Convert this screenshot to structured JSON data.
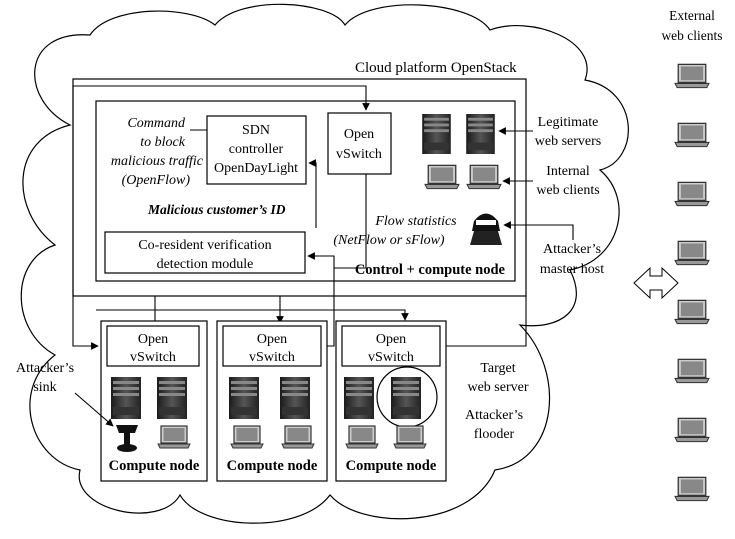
{
  "cloud": {
    "title": "Cloud platform OpenStack"
  },
  "external": {
    "title_line1": "External",
    "title_line2": "web clients",
    "laptop_count": 8
  },
  "control_node": {
    "label": "Control + compute node",
    "sdn": {
      "line1": "SDN",
      "line2": "controller",
      "line3": "OpenDayLight"
    },
    "ovs": {
      "line1": "Open",
      "line2": "vSwitch"
    },
    "crv": {
      "line1": "Co-resident verification",
      "line2": "detection module"
    },
    "command_label": {
      "line1": "Command",
      "line2": "to block",
      "line3": "malicious traffic",
      "line4": "(OpenFlow)"
    },
    "malicious_id_label": "Malicious customer’s ID",
    "flow_stats_label": {
      "line1": "Flow statistics",
      "line2": "(NetFlow or sFlow)"
    }
  },
  "labels": {
    "legit_servers": {
      "line1": "Legitimate",
      "line2": "web servers"
    },
    "internal_clients": {
      "line1": "Internal",
      "line2": "web clients"
    },
    "attacker_master": {
      "line1": "Attacker’s",
      "line2": "master host"
    },
    "attacker_sink": {
      "line1": "Attacker’s",
      "line2": "sink"
    },
    "target_server": {
      "line1": "Target",
      "line2": "web server"
    },
    "attacker_flooder": {
      "line1": "Attacker’s",
      "line2": "flooder"
    }
  },
  "compute_nodes": [
    {
      "label": "Compute node",
      "ovs_line1": "Open",
      "ovs_line2": "vSwitch"
    },
    {
      "label": "Compute node",
      "ovs_line1": "Open",
      "ovs_line2": "vSwitch"
    },
    {
      "label": "Compute node",
      "ovs_line1": "Open",
      "ovs_line2": "vSwitch"
    }
  ]
}
